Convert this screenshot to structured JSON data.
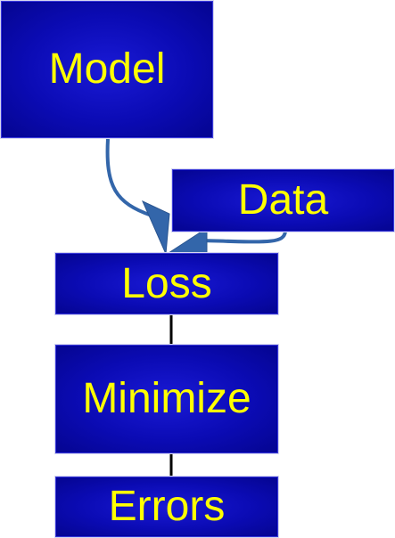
{
  "nodes": {
    "model": "Model",
    "data": "Data",
    "loss": "Loss",
    "minimize": "Minimize",
    "errors": "Errors"
  },
  "colors": {
    "box_fill": "#0b0bb4",
    "text": "#ffff00",
    "arrow": "#3366aa",
    "link": "#000000"
  }
}
